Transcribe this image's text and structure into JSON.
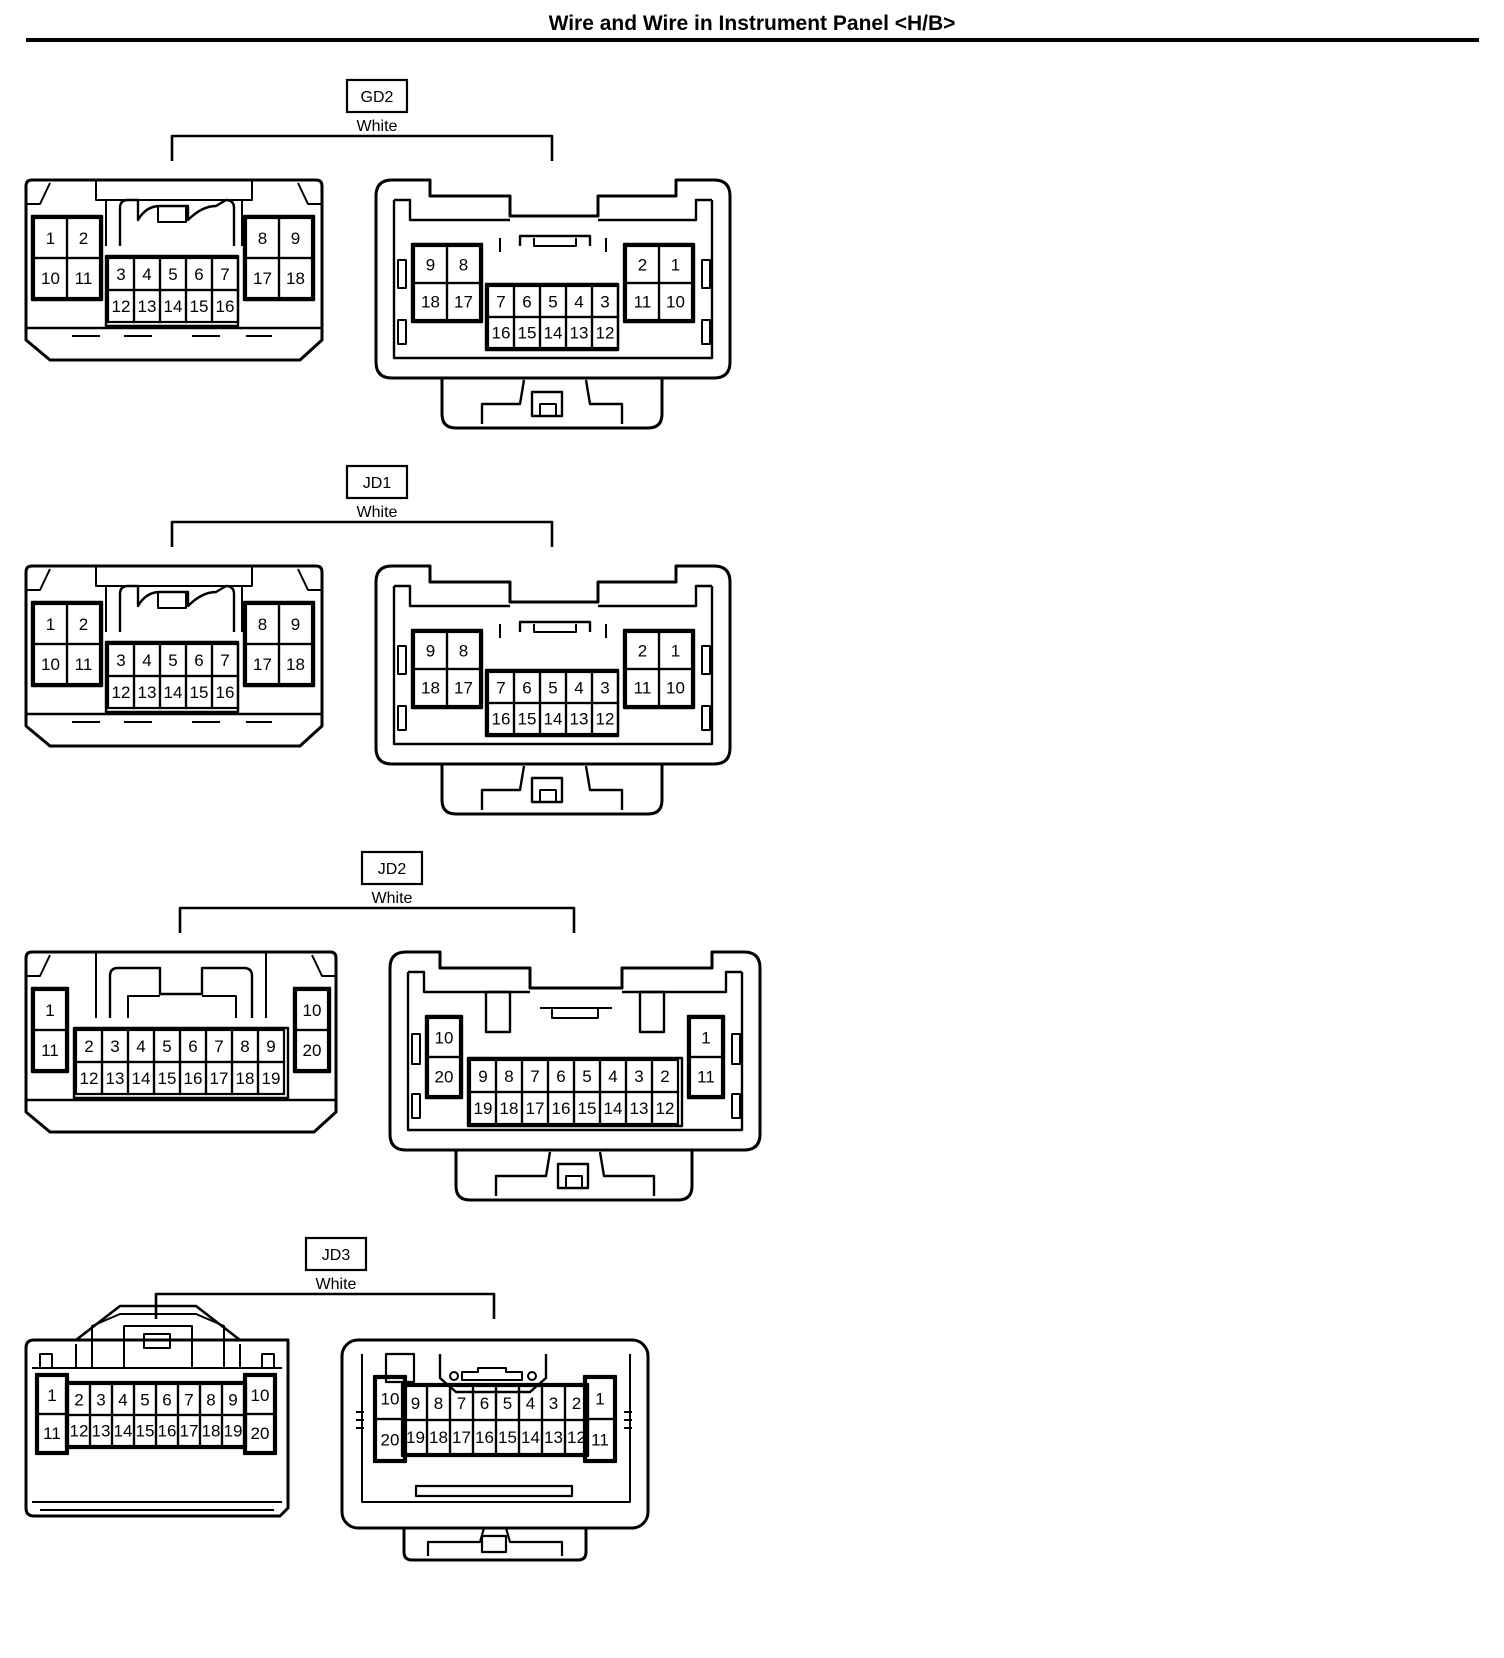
{
  "title": "Wire and Wire in Instrument Panel <H/B>",
  "connectors": [
    {
      "id": "GD2",
      "color": "White",
      "left_pins": [
        "1",
        "2",
        "10",
        "11",
        "3",
        "4",
        "5",
        "6",
        "7",
        "12",
        "13",
        "14",
        "15",
        "16",
        "8",
        "9",
        "17",
        "18"
      ],
      "right_pins": [
        "9",
        "8",
        "18",
        "17",
        "7",
        "6",
        "5",
        "4",
        "3",
        "16",
        "15",
        "14",
        "13",
        "12",
        "2",
        "1",
        "11",
        "10"
      ]
    },
    {
      "id": "JD1",
      "color": "White",
      "left_pins": [
        "1",
        "2",
        "10",
        "11",
        "3",
        "4",
        "5",
        "6",
        "7",
        "12",
        "13",
        "14",
        "15",
        "16",
        "8",
        "9",
        "17",
        "18"
      ],
      "right_pins": [
        "9",
        "8",
        "18",
        "17",
        "7",
        "6",
        "5",
        "4",
        "3",
        "16",
        "15",
        "14",
        "13",
        "12",
        "2",
        "1",
        "11",
        "10"
      ]
    },
    {
      "id": "JD2",
      "color": "White",
      "left_pins": [
        "1",
        "11",
        "2",
        "3",
        "4",
        "5",
        "6",
        "7",
        "8",
        "9",
        "12",
        "13",
        "14",
        "15",
        "16",
        "17",
        "18",
        "19",
        "10",
        "20"
      ],
      "right_pins": [
        "10",
        "20",
        "9",
        "8",
        "7",
        "6",
        "5",
        "4",
        "3",
        "2",
        "19",
        "18",
        "17",
        "16",
        "15",
        "14",
        "13",
        "12",
        "1",
        "11"
      ]
    },
    {
      "id": "JD3",
      "color": "White",
      "left_pins": [
        "1",
        "11",
        "2",
        "3",
        "4",
        "5",
        "6",
        "7",
        "8",
        "9",
        "12",
        "13",
        "14",
        "15",
        "16",
        "17",
        "18",
        "19",
        "10",
        "20"
      ],
      "right_pins": [
        "10",
        "20",
        "9",
        "8",
        "7",
        "6",
        "5",
        "4",
        "3",
        "2",
        "19",
        "18",
        "17",
        "16",
        "15",
        "14",
        "13",
        "12",
        "1",
        "11"
      ]
    }
  ]
}
